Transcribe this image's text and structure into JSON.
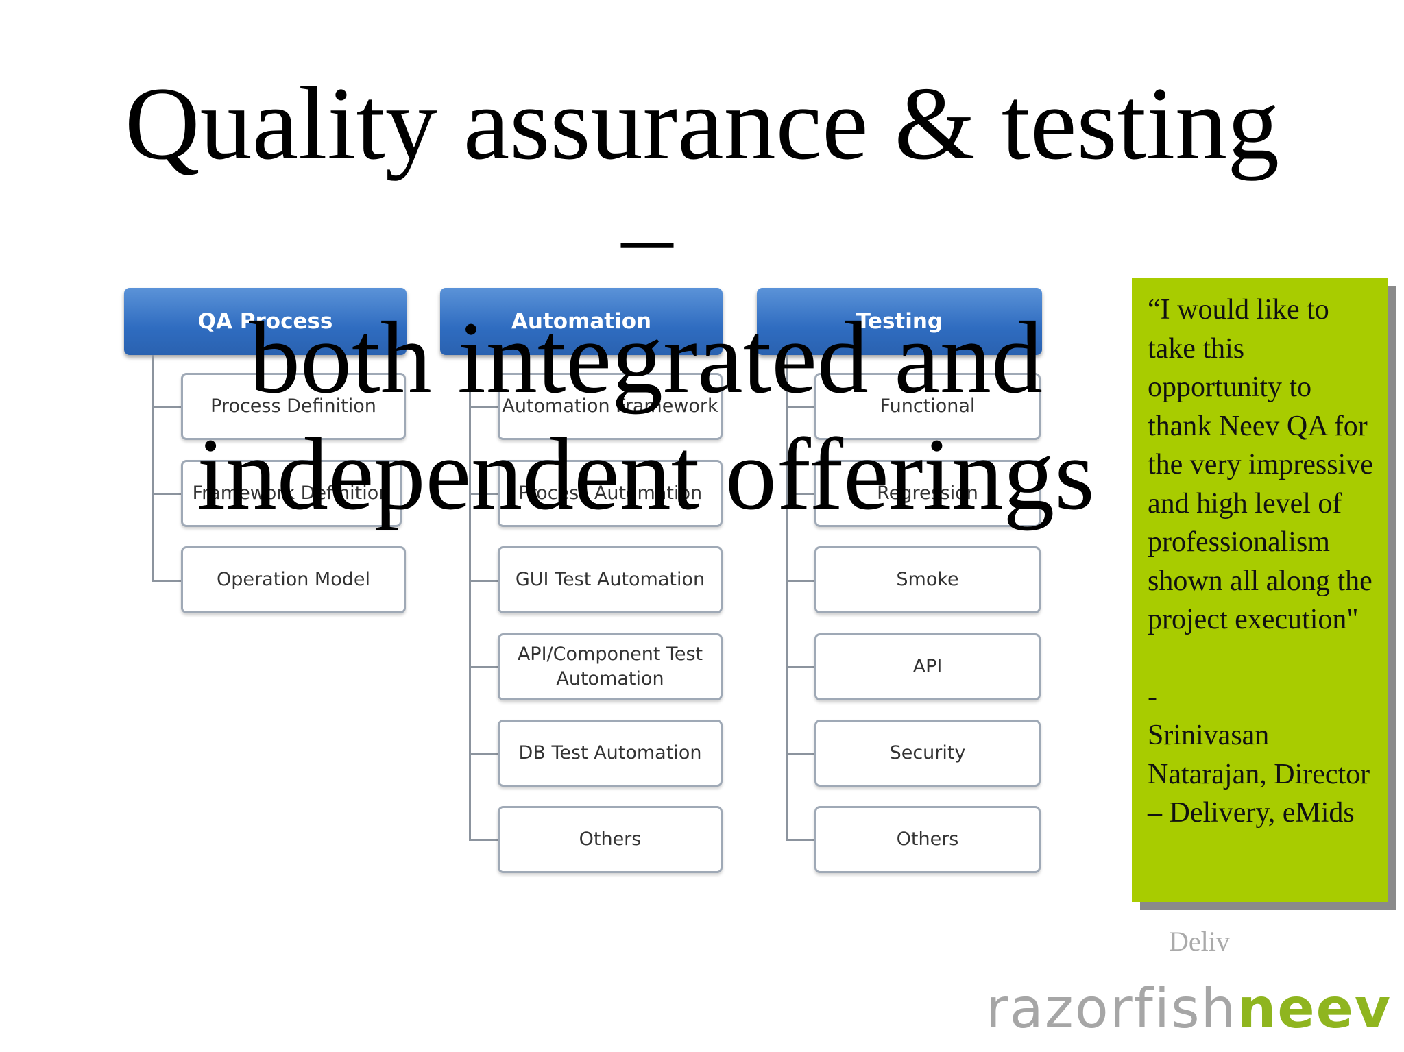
{
  "slide": {
    "title_line1": "Quality assurance & testing",
    "title_line2": "–",
    "title_line3": "both integrated and",
    "title_line4": "independent offerings"
  },
  "diagram": {
    "columns": [
      {
        "header": "QA Process",
        "items": [
          "Process Definition",
          "Framework Definition",
          "Operation Model"
        ]
      },
      {
        "header": "Automation",
        "items": [
          "Automation Framework",
          "Process Automation",
          "GUI Test Automation",
          "API/Component Test Automation",
          "DB Test Automation",
          "Others"
        ]
      },
      {
        "header": "Testing",
        "items": [
          "Functional",
          "Regression",
          "Smoke",
          "API",
          "Security",
          "Others"
        ]
      }
    ],
    "colors": {
      "header": "#2f6cc0",
      "connector": "#8c949e",
      "box_border": "#9fa9b6"
    }
  },
  "testimonial": {
    "quote": "“I would like to take this opportunity to thank  Neev QA for the very impressive and high level of professionalism shown all along the project execution\"",
    "dash": "-",
    "author": "Srinivasan Natarajan, Director – Delivery, eMids",
    "background": "#a8cc00"
  },
  "ghost_text": "Deliv",
  "logo": {
    "part1": "razorfish",
    "part2": "neev"
  }
}
